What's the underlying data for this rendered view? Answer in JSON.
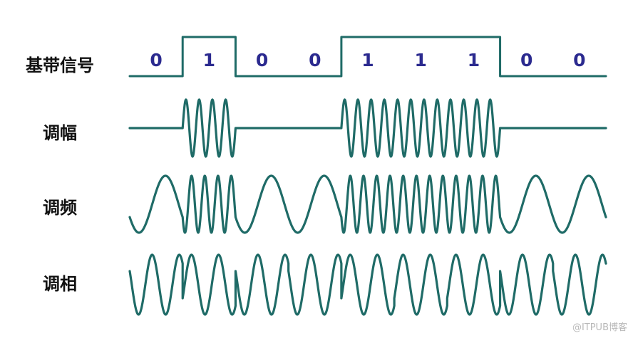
{
  "labels": {
    "baseband": "基带信号",
    "am": "调幅",
    "fm": "调频",
    "pm": "调相"
  },
  "bits": [
    "0",
    "1",
    "0",
    "0",
    "1",
    "1",
    "1",
    "0",
    "0"
  ],
  "colors": {
    "wave": "#1f6b67",
    "digital": "#1f6b67",
    "bits": "#2b2a8f",
    "text": "#111111",
    "watermark": "#b8b8b8"
  },
  "watermark": "@ITPUB博客"
}
